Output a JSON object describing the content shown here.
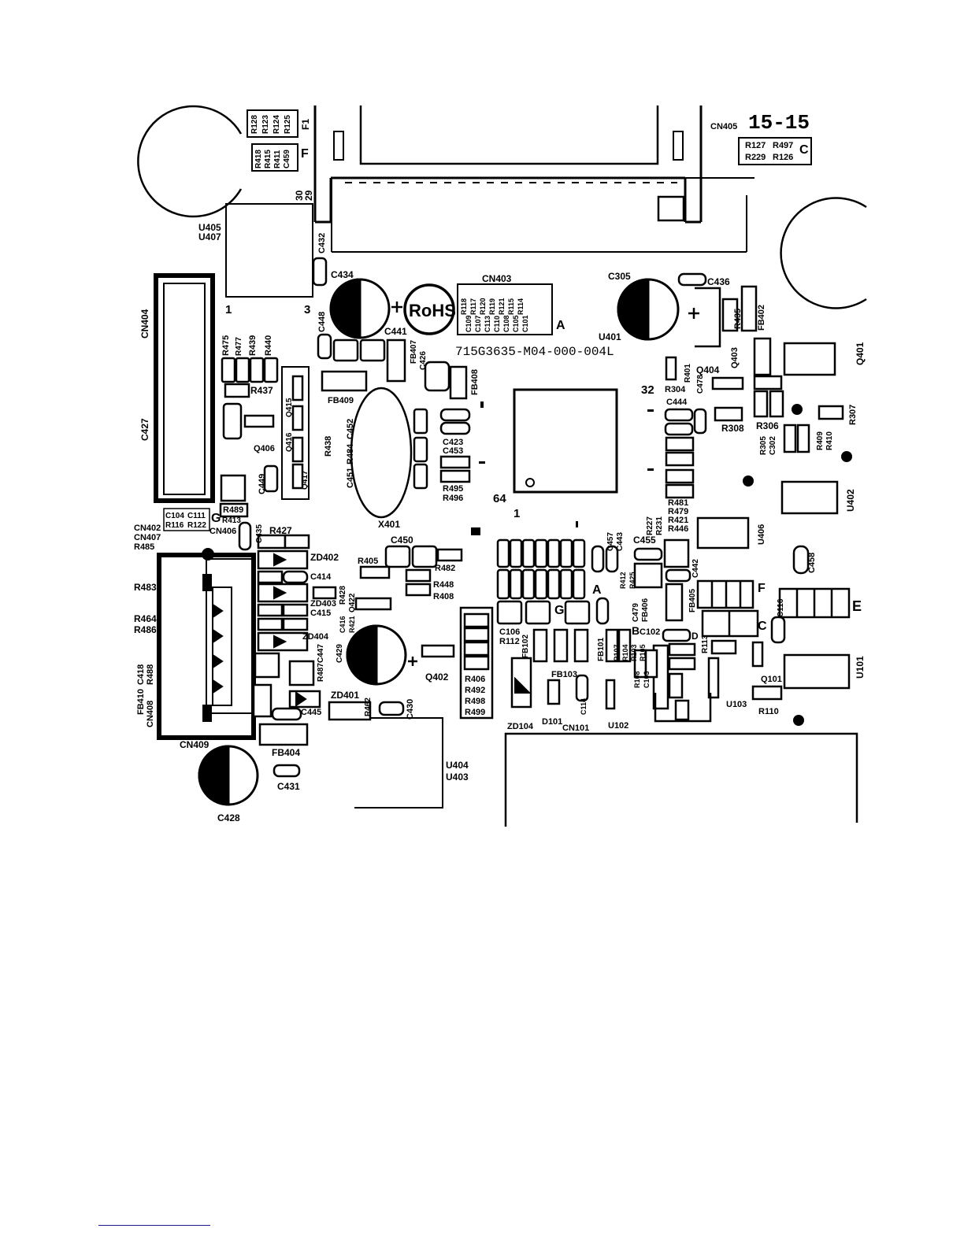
{
  "title": "15-15",
  "board_id": "715G3635-M04-000-004L",
  "rohs": "RoHS",
  "labels": {
    "cn405": "CN405",
    "cn404": "CN404",
    "c427": "C427",
    "u405": "U405",
    "u407": "U407",
    "cn403": "CN403",
    "c305": "C305",
    "c436": "C436",
    "u401": "U401",
    "q401": "Q401",
    "r435": "R435",
    "fb402": "FB402",
    "q403": "Q403",
    "c434": "C434",
    "c432": "C432",
    "c448": "C448",
    "c441": "C441",
    "fb407": "FB407",
    "c426": "C426",
    "fb408": "FB408",
    "fb409": "FB409",
    "x401": "X401",
    "c451": "C451",
    "r484": "R484",
    "c452": "C452",
    "r438": "R438",
    "q417": "Q417",
    "q416": "Q416",
    "q415": "Q415",
    "q406": "Q406",
    "c449": "C449",
    "r437": "R437",
    "r475": "R475",
    "r477": "R477",
    "r439": "R439",
    "r440": "R440",
    "r489": "R489",
    "c104": "C104",
    "c111": "C111",
    "r116": "R116",
    "r122": "R122",
    "r413": "R413",
    "cn402": "CN402",
    "cn407": "CN407",
    "r485": "R485",
    "cn406": "CN406",
    "c435": "C435",
    "r427": "R427",
    "zd402": "ZD402",
    "c414": "C414",
    "r428": "R428",
    "q422": "Q422",
    "zd403": "ZD403",
    "c415": "C415",
    "c416": "C416",
    "r421": "R421",
    "zd404": "ZD404",
    "c429": "C429",
    "r487": "R487",
    "c447": "C447",
    "zd401": "ZD401",
    "c445": "C445",
    "r462": "R462",
    "c430": "C430",
    "fb404": "FB404",
    "c431": "C431",
    "c428": "C428",
    "cn409": "CN409",
    "r483": "R483",
    "r464": "R464",
    "r486": "R486",
    "c418": "C418",
    "r488": "R488",
    "fb410": "FB410",
    "cn408": "CN408",
    "u404": "U404",
    "u403": "U403",
    "c450": "C450",
    "r405": "R405",
    "r482": "R482",
    "r448": "R448",
    "r408": "R408",
    "q402": "Q402",
    "r406": "R406",
    "r492": "R492",
    "r498": "R498",
    "r499": "R499",
    "c423": "C423",
    "c453": "C453",
    "r495": "R495",
    "r496": "R496",
    "pin64": "64",
    "pin1": "1",
    "pin32": "32",
    "pin3": "3",
    "pin1b": "1",
    "c106": "C106",
    "r112": "R112",
    "fb102": "FB102",
    "fb103": "FB103",
    "fb101": "FB101",
    "zd104": "ZD104",
    "d101": "D101",
    "cn101": "CN101",
    "c114": "C114",
    "u102": "U102",
    "r107": "R107",
    "r104": "R104",
    "r103": "R103",
    "r105": "R105",
    "c102": "C102",
    "r108": "R108",
    "c103": "C103",
    "c457": "C457",
    "c443": "C443",
    "r227": "R227",
    "r231": "R231",
    "r421b": "R421",
    "r446": "R446",
    "c455": "C455",
    "c442": "C442",
    "c479": "C479",
    "fb406": "FB406",
    "fb405": "FB405",
    "r412": "R412",
    "r425": "R425",
    "r481": "R481",
    "r479": "R479",
    "u406": "U406",
    "c458": "C458",
    "c116": "C116",
    "r113": "R113",
    "u103": "U103",
    "q101": "Q101",
    "r110": "R110",
    "u101": "U101",
    "u402": "U402",
    "r304": "R304",
    "r401": "R401",
    "q404": "Q404",
    "c478": "C478",
    "c444": "C444",
    "r308": "R308",
    "r306": "R306",
    "r305": "R305",
    "c302": "C302",
    "r409": "R409",
    "r410": "R410",
    "r307": "R307",
    "r128": "R128",
    "r123": "R123",
    "r124": "R124",
    "r125": "R125",
    "f1": "F1",
    "r418": "R418",
    "r415": "R415",
    "r411": "R411",
    "c459": "C459",
    "f2": "F",
    "r127": "R127",
    "r497": "R497",
    "r229": "R229",
    "r126": "R126",
    "c_mark": "C",
    "a_mark": "A",
    "a_mark2": "A",
    "g_mark": "G",
    "g_mark2": "G",
    "b_mark": "B",
    "d_mark": "D",
    "f_mark": "F",
    "c_mark2": "C",
    "e_mark": "E",
    "r_side1": "30",
    "r_side2": "29",
    "r119": "R119",
    "r117": "R117",
    "r120": "R120",
    "r118": "R118",
    "r121": "R121",
    "r115": "R115",
    "r114": "R114",
    "c109": "C109",
    "c107": "C107",
    "c113": "C113",
    "c110": "C110",
    "c108": "C108",
    "c105": "C105",
    "c101": "C101"
  }
}
